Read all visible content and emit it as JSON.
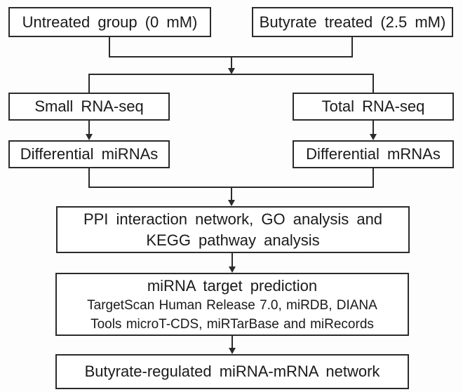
{
  "diagram": {
    "title": "Butyrate miRNA-mRNA analysis workflow flowchart",
    "nodes": {
      "untreated": {
        "label": "Untreated group (0 mM)"
      },
      "butyrate": {
        "label": "Butyrate treated (2.5 mM)"
      },
      "small_rna": {
        "label": "Small RNA-seq"
      },
      "total_rna": {
        "label": "Total RNA-seq"
      },
      "diff_mirna": {
        "label": "Differential miRNAs"
      },
      "diff_mrna": {
        "label": "Differential mRNAs"
      },
      "ppi": {
        "line1": "PPI interaction network, GO analysis and",
        "line2": "KEGG pathway analysis"
      },
      "target": {
        "title": "miRNA target prediction",
        "line1": "TargetScan Human Release 7.0, miRDB, DIANA",
        "line2": "Tools microT-CDS, miRTarBase and miRecords"
      },
      "network": {
        "label": "Butyrate-regulated miRNA-mRNA network"
      }
    },
    "edges": [
      "untreated+butyrate -> split",
      "split -> small_rna",
      "split -> total_rna",
      "small_rna -> diff_mirna",
      "total_rna -> diff_mrna",
      "diff_mirna+diff_mrna -> ppi",
      "ppi -> target",
      "target -> network"
    ],
    "colors": {
      "line": "#2b2b2b",
      "text": "#1a1a1a",
      "background": "#fdfdfd"
    }
  }
}
